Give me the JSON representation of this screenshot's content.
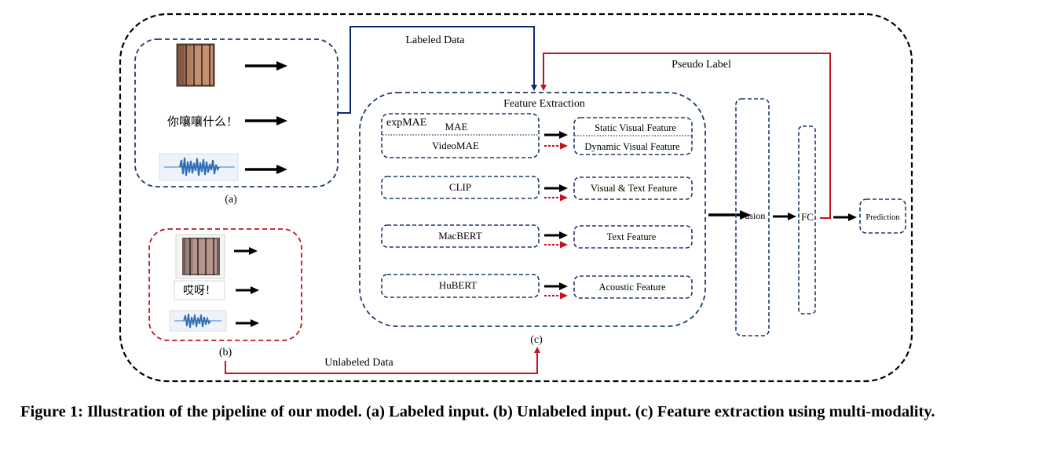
{
  "labels": {
    "labeled_data": "Labeled Data",
    "pseudo_label": "Pseudo Label",
    "unlabeled_data": "Unlabeled Data",
    "feature_extraction": "Feature Extraction",
    "panel_a": "(a)",
    "panel_b": "(b)",
    "panel_c": "(c)"
  },
  "inputs_labeled": {
    "text": "你嚷嚷什么！"
  },
  "inputs_unlabeled": {
    "text": "哎呀！"
  },
  "extractors": {
    "expmae": "expMAE",
    "mae": "MAE",
    "videomae": "VideoMAE",
    "clip": "CLIP",
    "macbert": "MacBERT",
    "hubert": "HuBERT"
  },
  "features": {
    "static_visual": "Static Visual Feature",
    "dynamic_visual": "Dynamic Visual Feature",
    "visual_text": "Visual & Text Feature",
    "text": "Text Feature",
    "acoustic": "Acoustic Feature"
  },
  "fusion": "Fusion",
  "fc": "FC",
  "prediction": "Prediction",
  "caption": "Figure 1: Illustration of the pipeline of our model. (a) Labeled input. (b) Unlabeled input. (c) Feature extraction using multi-modality.",
  "colors": {
    "labeled_path": "#0a2a6e",
    "unlabeled_path": "#c0141e",
    "box_dash": "#1f3a6b",
    "outer_dash": "#000000"
  },
  "icons": [
    "video-frames-icon",
    "waveform-icon"
  ]
}
